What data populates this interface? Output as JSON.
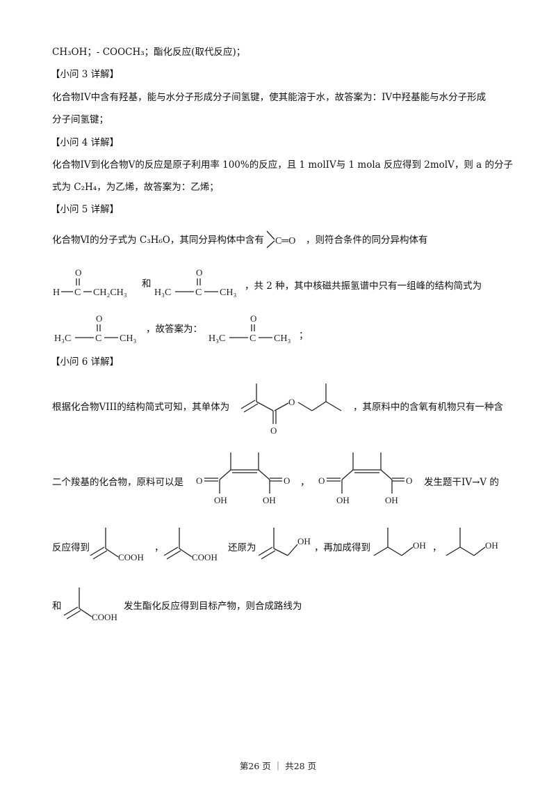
{
  "lines": {
    "l1": "CH₃OH；- COOCH₃；酯化反应(取代反应)；",
    "s3": "【小问 3 详解】",
    "p3a": "化合物IV中含有羟基，能与水分子形成分子间氢键，使其能溶于水，故答案为：IV中羟基能与水分子形成",
    "p3b": "分子间氢键；",
    "s4": "【小问 4 详解】",
    "p4a": "化合物IV到化合物V的反应是原子利用率 100%的反应，且 1 molIV与 1 mola 反应得到 2molV，则 a 的分子",
    "p4b": "式为 C₂H₄，为乙烯，故答案为：乙烯；",
    "s5": "【小问 5 详解】",
    "p5a": "化合物Ⅵ的分子式为 C₃H₆O，其同分异构体中含有",
    "p5b": "，则符合条件的同分异构体有",
    "p5c": "和",
    "p5d": "，共 2 种，其中核磁共振氢谱中只有一组峰的结构简式为",
    "p5e": "，故答案为：",
    "p5f": "；",
    "s6": "【小问 6 详解】",
    "p6a": "根据化合物VIII的结构简式可知，其单体为",
    "p6b": "，其原料中的含氧有机物只有一种含",
    "p6c": "二个羧基的化合物，原料可以是",
    "p6d": "，",
    "p6e": "发生题干IV→V 的",
    "p6f": "反应得到",
    "p6g": "，",
    "p6h": "还原为",
    "p6i": "，再加成得到",
    "p6j": "，",
    "p6k": "和",
    "p6l": "发生酯化反应得到目标产物，则合成路线为"
  },
  "chem": {
    "co": "C═O",
    "o": "O",
    "h": "H",
    "c": "C",
    "ch2ch3": "CH₂CH₃",
    "h3c": "H₃C",
    "ch3": "CH₃",
    "oh": "OH",
    "cooh": "COOH"
  },
  "footer": "第26 页 ｜ 共28 页"
}
